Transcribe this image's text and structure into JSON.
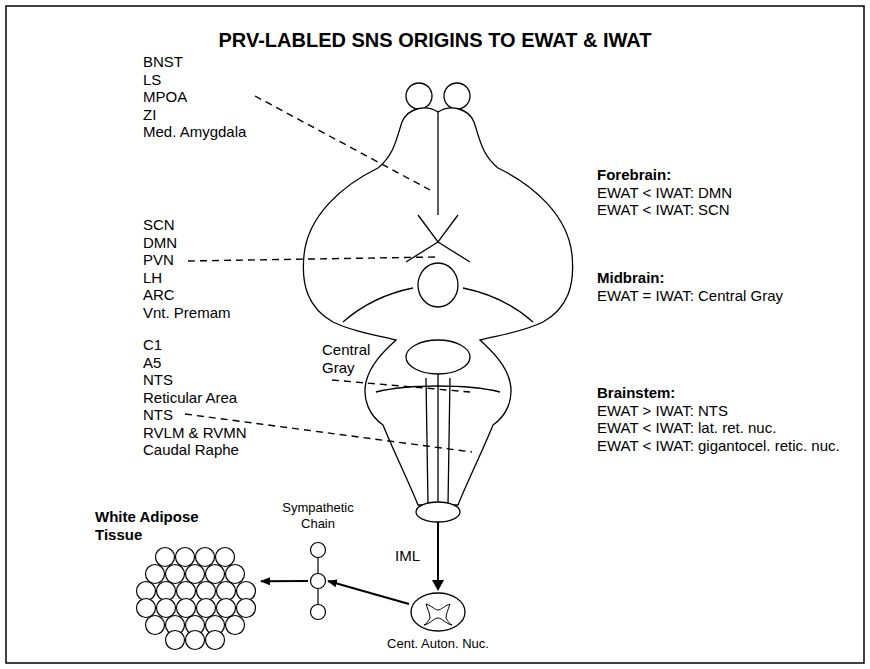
{
  "diagram": {
    "title": "PRV-LABLED SNS ORIGINS TO EWAT & IWAT",
    "nodes": [
      {
        "text": [
          "White Adipose Tissue"
        ]
      },
      {
        "text": [
          "Sympathetic Chain"
        ]
      },
      {
        "text": [
          "Cent. Auton. Nuc."
        ]
      }
    ],
    "edges": [
      {
        "from": 2,
        "to": 1,
        "arrow": "to"
      },
      {
        "from": 1,
        "to": 0,
        "arrow": "to"
      }
    ],
    "labels": [
      "BNST",
      "LS",
      "MPOA",
      "ZI",
      "Med. Amygdala",
      "SCN",
      "DMN",
      "PVN",
      "LH",
      "ARC",
      "Vnt. Premam",
      "C1",
      "A5",
      "NTS",
      "Reticular Area",
      "NTS",
      "RVLM & RVMN",
      "Caudal Raphe",
      "Central Gray",
      "Forebrain:",
      "EWAT < IWAT: DMN",
      "EWAT < IWAT: SCN",
      "Midbrain:",
      "EWAT = IWAT: Central Gray",
      "Brainstem:",
      "EWAT > IWAT: NTS",
      "EWAT < IWAT: lat. ret. nuc.",
      "EWAT < IWAT: gigantocel. retic. nuc.",
      "IML"
    ]
  }
}
